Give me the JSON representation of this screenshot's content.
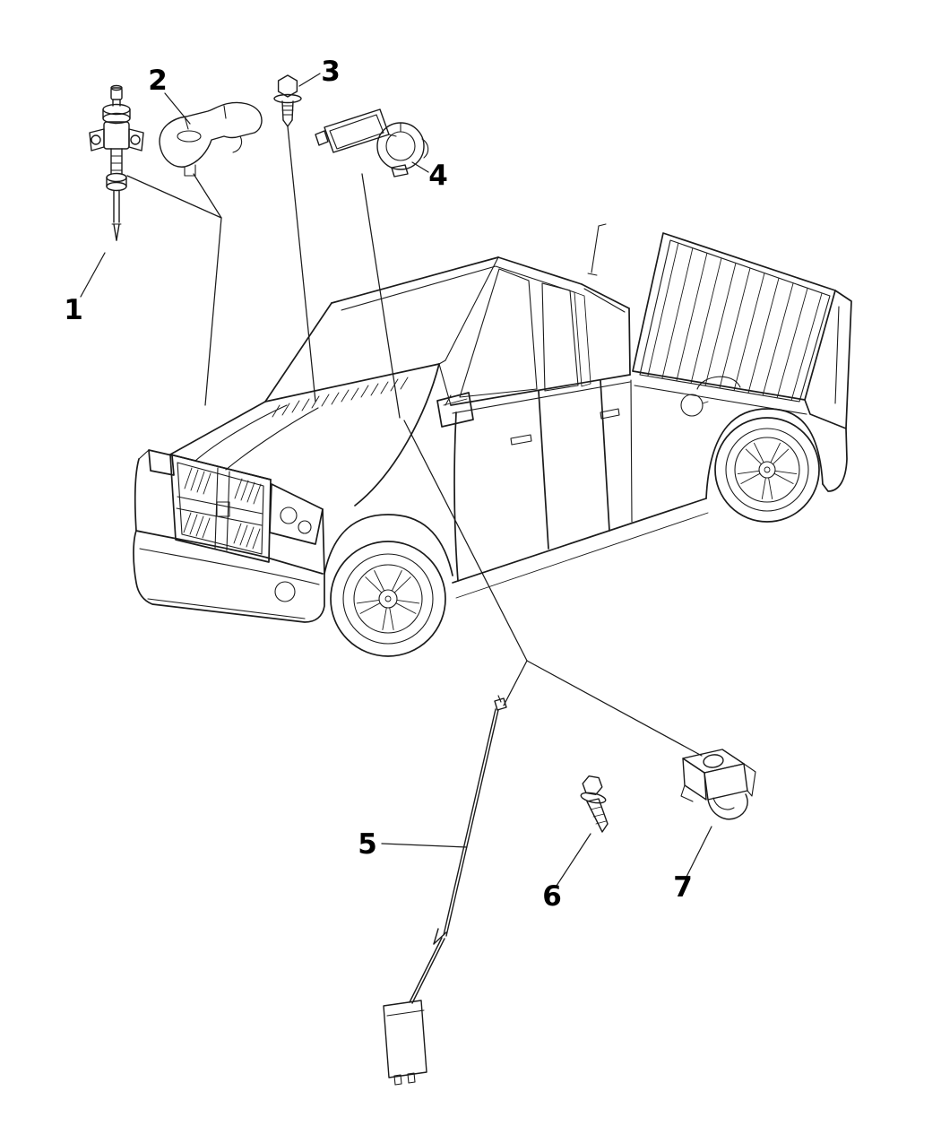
{
  "diagram": {
    "type": "vehicle-parts-callout-diagram",
    "callouts": [
      {
        "label": "1"
      },
      {
        "label": "2"
      },
      {
        "label": "3"
      },
      {
        "label": "4"
      },
      {
        "label": "5"
      },
      {
        "label": "6"
      },
      {
        "label": "7"
      }
    ],
    "colors": {
      "line_color": "#1b1b1b",
      "background": "#ffffff"
    }
  }
}
